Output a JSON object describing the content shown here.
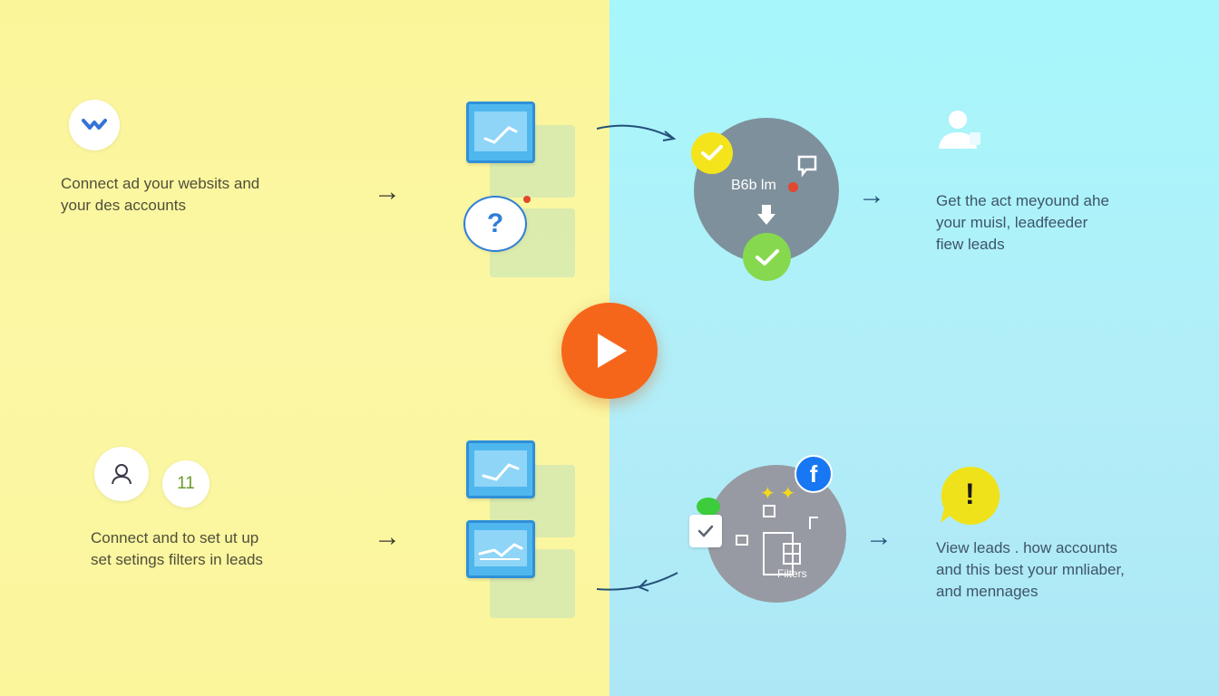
{
  "steps": {
    "top_left": {
      "text_line1": "Connect ad your websits and",
      "text_line2": "your des accounts"
    },
    "top_right": {
      "circle_label": "B6b lm",
      "text_line1": "Get the act meyound ahe",
      "text_line2": "your muisl, leadfeeder",
      "text_line3": "fiew leads"
    },
    "bottom_left": {
      "badge_number": "11",
      "text_line1": "Connect and to set ut up",
      "text_line2": "set setings filters  in leads"
    },
    "bottom_right": {
      "circle_label": "Filters",
      "social_letter": "f",
      "alert_glyph": "!",
      "text_line1": "View leads . how accounts",
      "text_line2": "and this best your mnliaber,",
      "text_line3": "and mennages"
    },
    "center": {
      "question_glyph": "?"
    }
  },
  "colors": {
    "left_bg": "#fbf59c",
    "right_bg": "#a6f7fb",
    "play_button": "#f6661a",
    "check_yellow": "#f4e41c",
    "check_green": "#86d94e",
    "facebook_blue": "#1877f2",
    "screen_blue": "#4fb7ee"
  },
  "icons": [
    "chevron-check-icon",
    "user-icon",
    "question-icon",
    "play-icon",
    "facebook-icon",
    "alert-icon",
    "check-icon",
    "arrow-right-icon",
    "chart-screen-icon"
  ]
}
